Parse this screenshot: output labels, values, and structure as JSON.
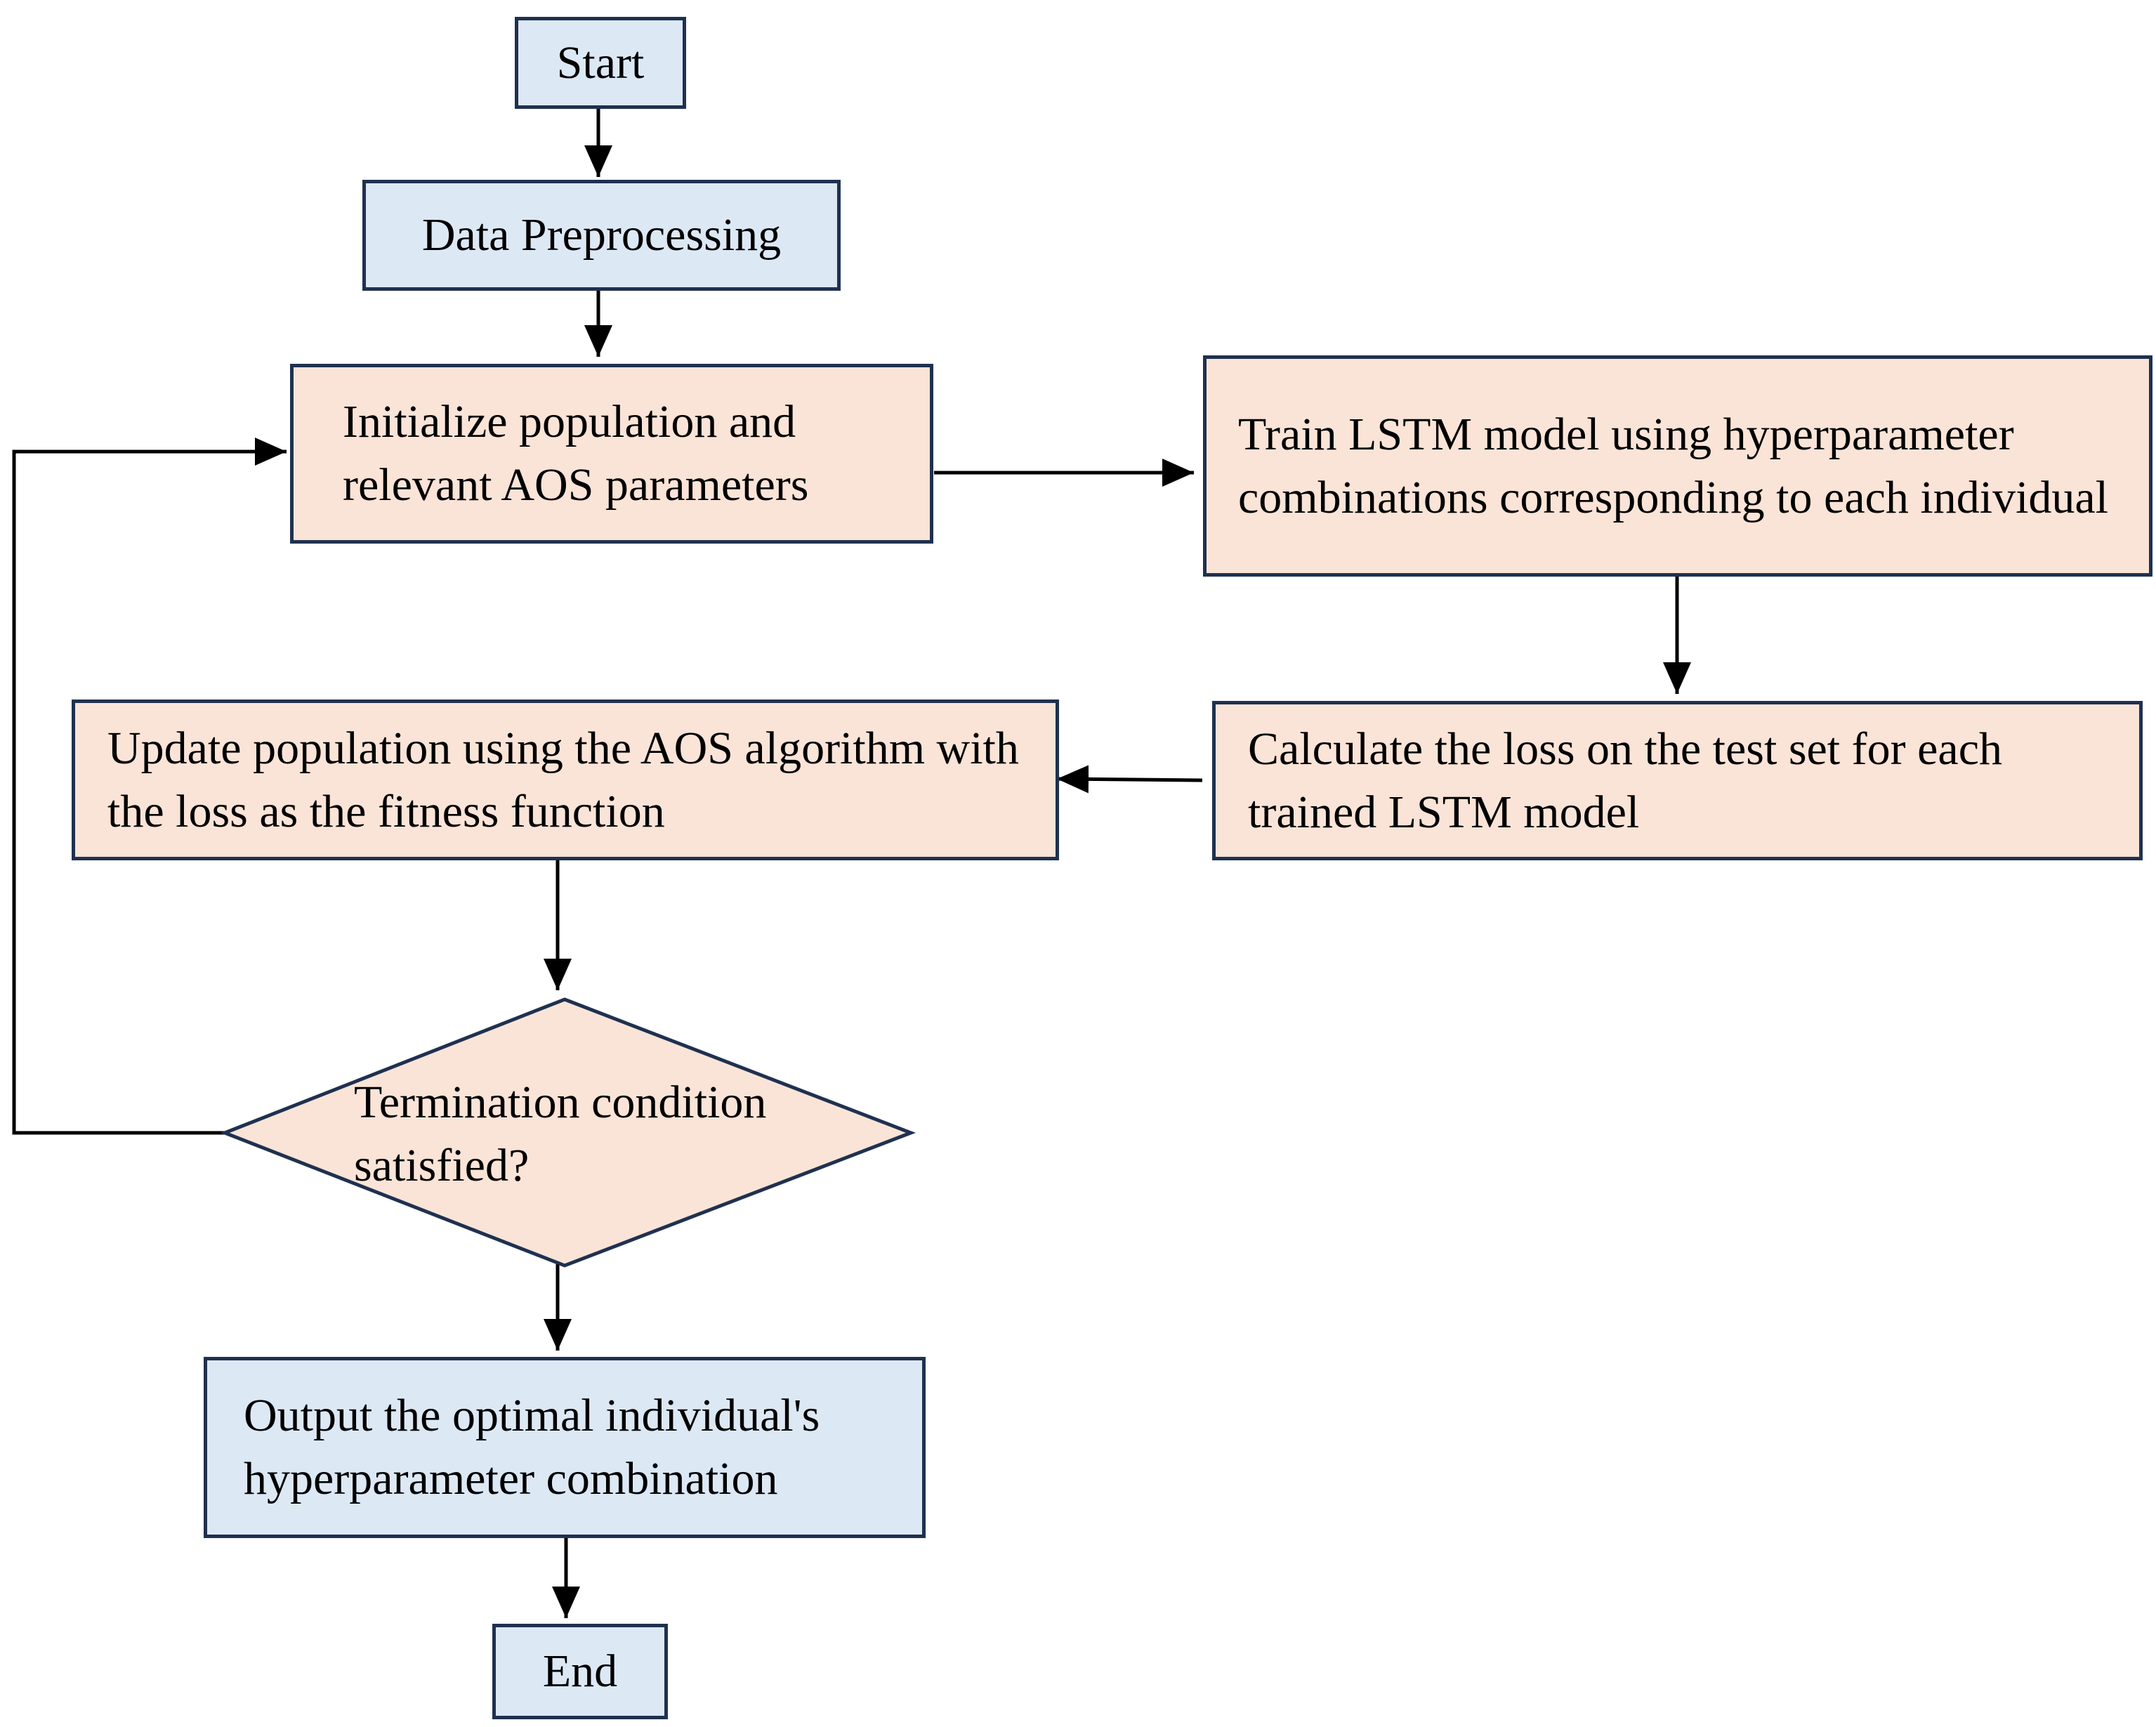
{
  "nodes": {
    "start": "Start",
    "preprocess": "Data Preprocessing",
    "init": "Initialize population and relevant AOS parameters",
    "train": "Train LSTM model using hyperparameter combinations corresponding to each individual",
    "loss": "Calculate the loss on the test set for each trained LSTM model",
    "update": "Update population using the AOS algorithm with the loss as the fitness function",
    "decision": "Termination condition satisfied?",
    "output": "Output the optimal individual's hyperparameter combination",
    "end": "End"
  },
  "colors": {
    "terminal_fill": "#dde8f5",
    "process_fill": "#fae4d7",
    "border": "#1f3150",
    "arrow": "#000000"
  }
}
